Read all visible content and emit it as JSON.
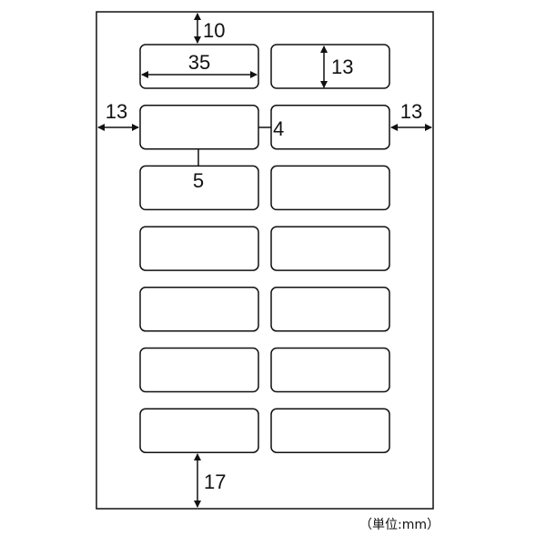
{
  "diagram": {
    "title": "Label sheet layout",
    "rows": 7,
    "columns": 2,
    "dimensions": {
      "top_margin": "10",
      "label_width": "35",
      "label_height": "13",
      "left_margin": "13",
      "right_margin": "13",
      "column_gap": "4",
      "row_gap": "5",
      "bottom_margin": "17"
    },
    "unit_note": "（単位:mm）",
    "colors": {
      "stroke": "#111111",
      "background": "#ffffff"
    }
  }
}
